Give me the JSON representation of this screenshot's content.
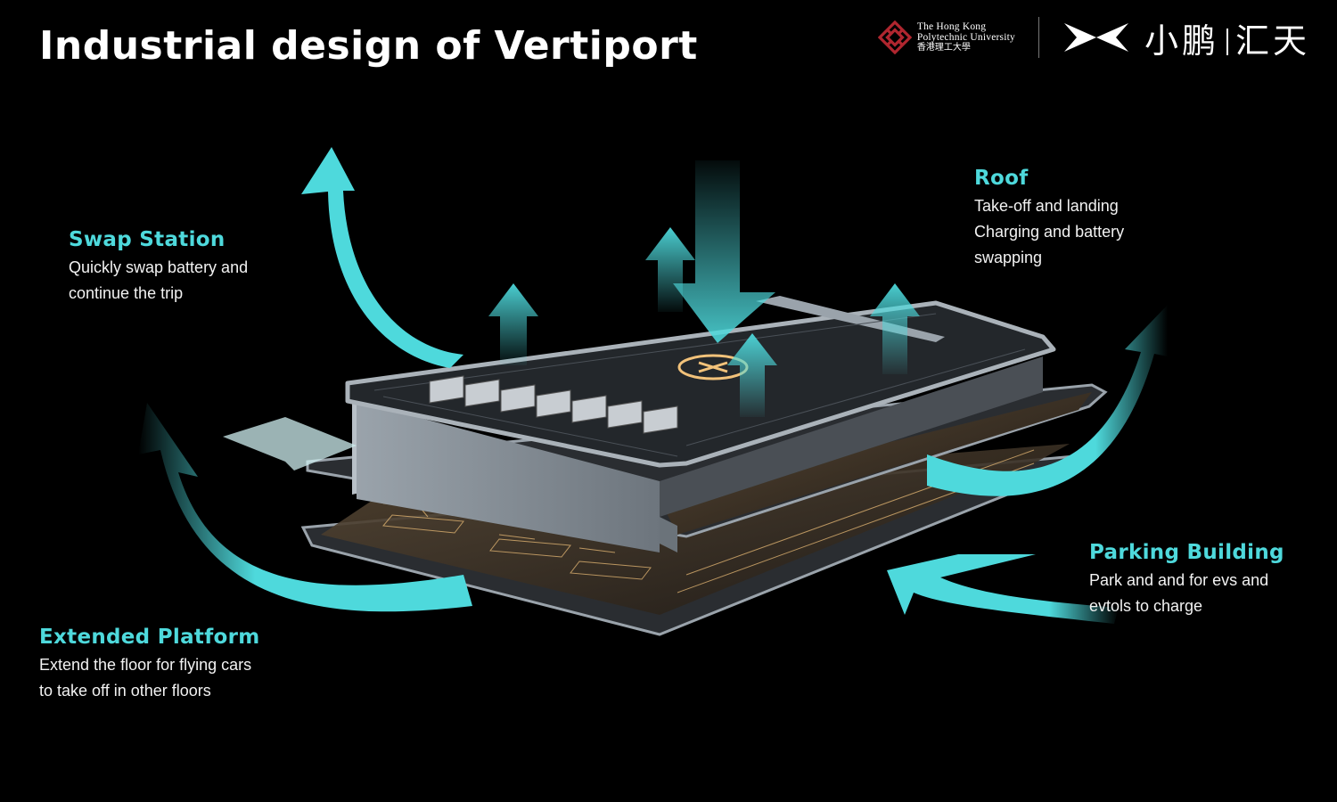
{
  "title": "Industrial design of Vertiport",
  "logos": {
    "polyu_line1": "The Hong Kong",
    "polyu_line2": "Polytechnic University",
    "polyu_line3": "香港理工大學",
    "xpeng_text": "小鹏",
    "huitian_text": "汇天",
    "polyu_color": "#b0262f"
  },
  "sections": {
    "swap": {
      "title": "Swap Station",
      "lines": [
        "Quickly swap battery and",
        "continue the trip"
      ]
    },
    "roof": {
      "title": "Roof",
      "lines": [
        "Take-off and landing",
        "Charging and battery",
        "swapping"
      ]
    },
    "parking": {
      "title": "Parking Building",
      "lines": [
        "Park and and for evs and",
        "evtols to charge"
      ]
    },
    "platform": {
      "title": "Extended Platform",
      "lines": [
        "Extend the floor for flying cars",
        "to take off in other floors"
      ]
    }
  },
  "colors": {
    "accent": "#4ed9dc",
    "background": "#000000",
    "building_body": "#8a939c",
    "deck": "#23272b",
    "floor_light": "#f2c27a"
  }
}
